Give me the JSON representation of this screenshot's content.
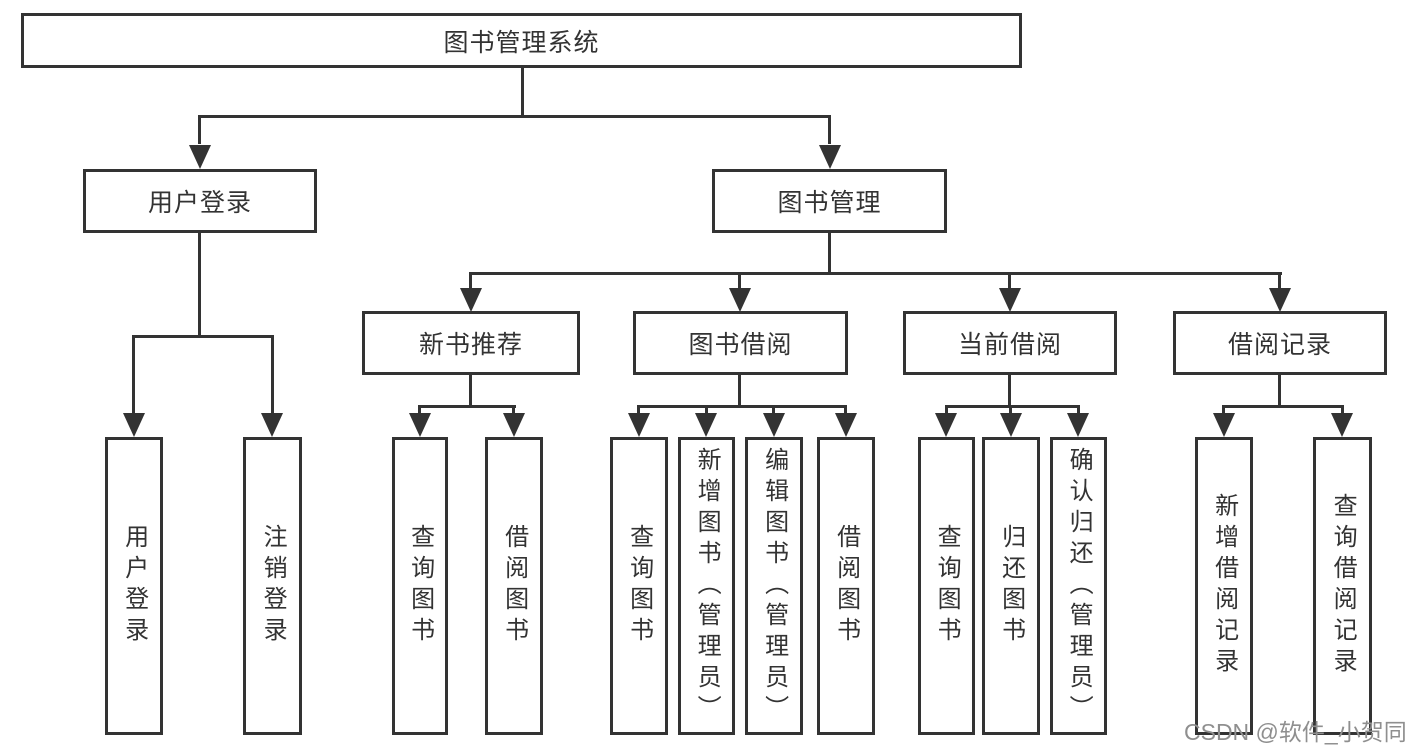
{
  "diagram_type": "hierarchy-tree",
  "tree": {
    "root": "图书管理系统",
    "children": [
      {
        "label": "用户登录",
        "children": [
          "用户登录",
          "注销登录"
        ]
      },
      {
        "label": "图书管理",
        "children": [
          {
            "label": "新书推荐",
            "children": [
              "查询图书",
              "借阅图书"
            ]
          },
          {
            "label": "图书借阅",
            "children": [
              "查询图书",
              "新增图书（管理员）",
              "编辑图书（管理员）",
              "借阅图书"
            ]
          },
          {
            "label": "当前借阅",
            "children": [
              "查询图书",
              "归还图书",
              "确认归还（管理员）"
            ]
          },
          {
            "label": "借阅记录",
            "children": [
              "新增借阅记录",
              "查询借阅记录"
            ]
          }
        ]
      }
    ]
  },
  "watermark": {
    "text": "CSDN @软件_小贺同学"
  },
  "colors": {
    "line": "#333333",
    "box_border": "#333333",
    "box_fill": "#ffffff",
    "text": "#333333",
    "watermark": "#8f8f8f",
    "background": "#ffffff"
  }
}
